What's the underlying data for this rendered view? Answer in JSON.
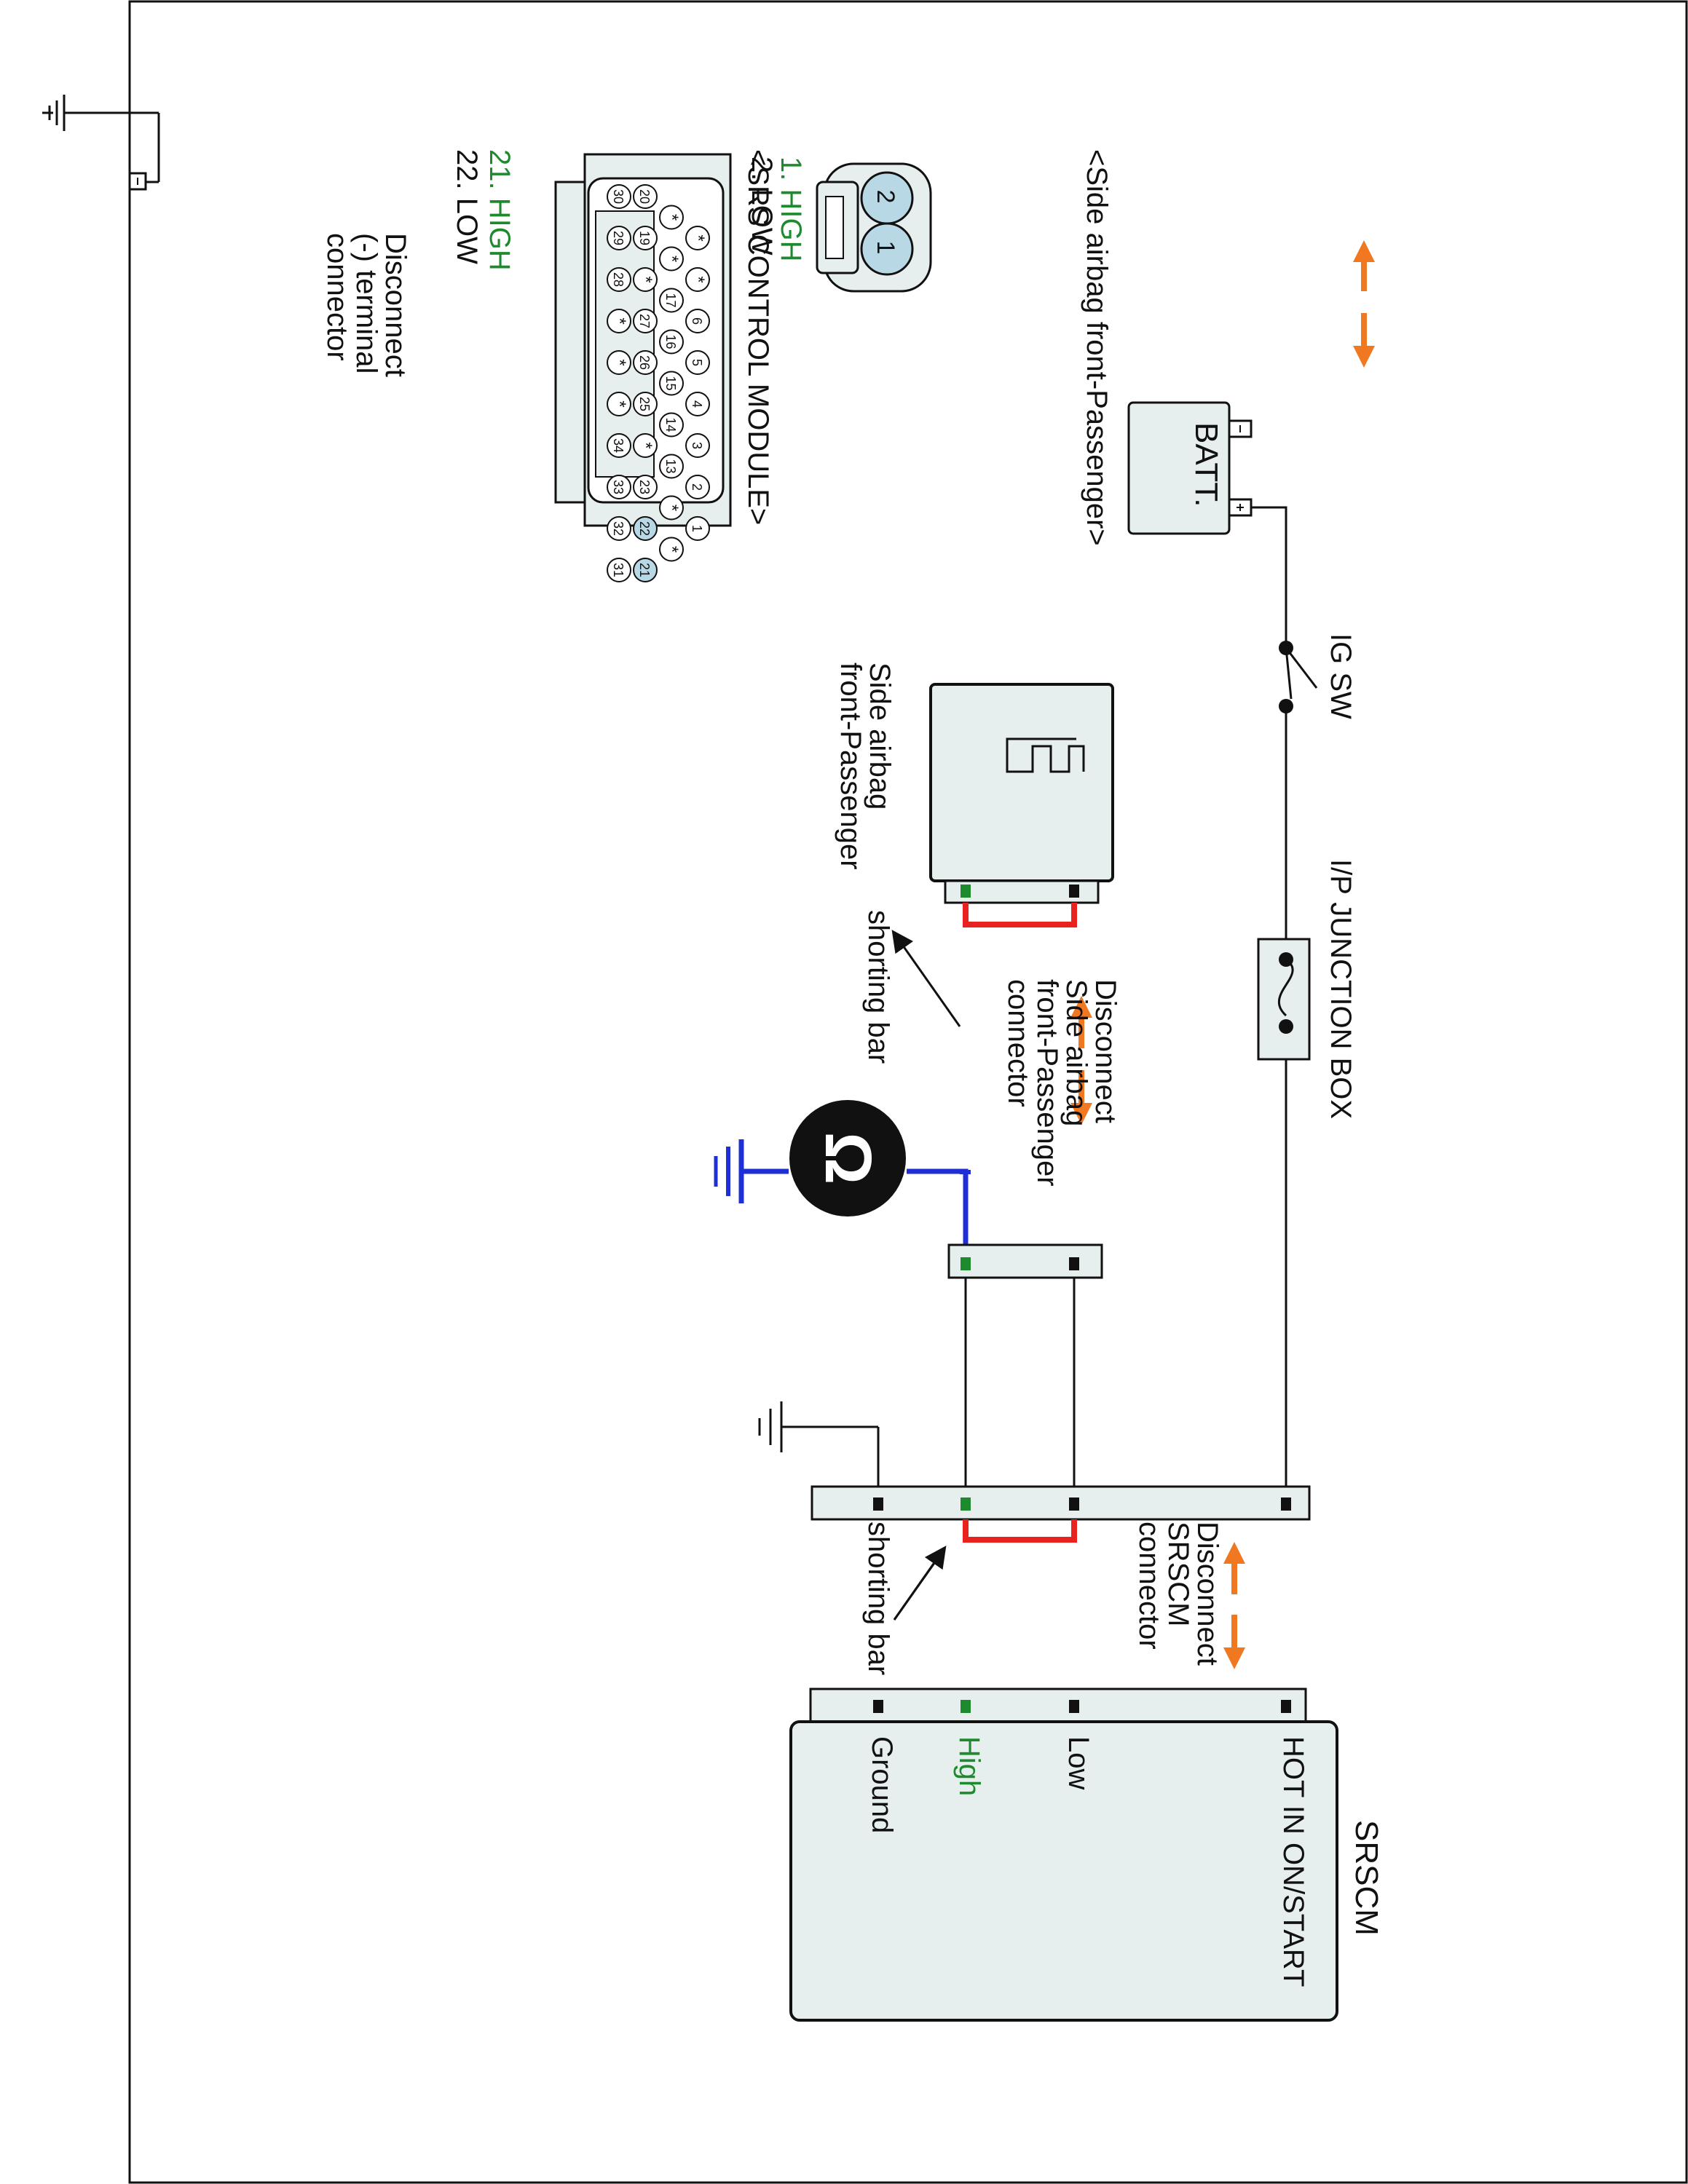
{
  "top_left": {
    "disconnect_terminal": [
      "Disconnect",
      "(-) terminal",
      "connector"
    ],
    "batt_label": "BATT.",
    "ig_sw_label": "IG SW",
    "junction_box_label": "I/P JUNCTION BOX"
  },
  "airbag": {
    "component_label": [
      "Side airbag",
      "front-Passenger"
    ],
    "shorting_bar_label": "shorting bar",
    "disconnect_label": [
      "Disconnect",
      "Side airbag",
      "front-Passenger",
      "connector"
    ]
  },
  "srscm": {
    "disconnect_label": [
      "Disconnect",
      "SRSCM",
      "connector"
    ],
    "shorting_bar_label": "shorting bar",
    "title": "SRSCM",
    "pins": [
      "HOT IN ON/START",
      "Low",
      "High",
      "Ground"
    ]
  },
  "meter": {
    "symbol": "Ω"
  },
  "connector_views": {
    "side_airbag_title": "<Side airbag front-Passenger>",
    "side_airbag_pins": [
      "1. HIGH",
      "2. LOW"
    ],
    "side_airbag_pin_numbers": [
      "2",
      "1"
    ],
    "srs_module_title": "<SRS CONTROL MODULE>",
    "srs_module_pins": [
      "21. HIGH",
      "22. LOW"
    ],
    "srs_module_grid": [
      [
        "*",
        "*",
        "6",
        "5",
        "4",
        "3",
        "2",
        "1"
      ],
      [
        "*",
        "*",
        "17",
        "16",
        "15",
        "14",
        "13",
        "*",
        "*"
      ],
      [
        "20",
        "19",
        "*",
        "27",
        "26",
        "25",
        "*",
        "23",
        "22",
        "21"
      ],
      [
        "30",
        "29",
        "28",
        "*",
        "*",
        "*",
        "34",
        "33",
        "32",
        "31"
      ]
    ]
  },
  "colors": {
    "orange_arrow": "#f07820",
    "shorting_bar": "#e8231f",
    "meter_wire": "#1f2fd6",
    "pin_green": "#1e8a2e",
    "pin_black": "#111111",
    "highlight_pin": "#b9d8e6"
  }
}
